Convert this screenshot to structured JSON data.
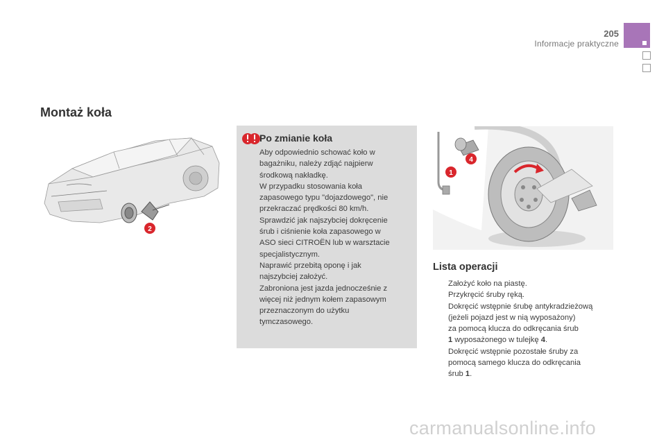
{
  "header": {
    "page_number": "205",
    "section_title": "Informacje praktyczne"
  },
  "main": {
    "heading": "Montaż koła"
  },
  "figures": {
    "car_callout": "2",
    "wheel_callout_1": "1",
    "wheel_callout_4": "4"
  },
  "warning": {
    "title": "Po zmianie koła",
    "paragraphs": [
      [
        "Aby odpowiednio schować koło w",
        "bagażniku, należy zdjąć najpierw",
        "środkową nakładkę."
      ],
      [
        "W przypadku stosowania koła",
        "zapasowego typu \"dojazdowego\", nie",
        "przekraczać prędkości 80 km/h."
      ],
      [
        "Sprawdzić jak najszybciej dokręcenie",
        "śrub i ciśnienie koła zapasowego w",
        "ASO sieci CITROËN lub w warsztacie",
        "specjalistycznym."
      ],
      [
        "Naprawić przebitą oponę i jak",
        "najszybciej założyć."
      ],
      [
        "Zabroniona jest jazda jednocześnie z",
        "więcej niż jednym kołem zapasowym",
        "przeznaczonym do użytku",
        "tymczasowego."
      ]
    ]
  },
  "operations": {
    "title": "Lista operacji",
    "bullet": "",
    "items": [
      {
        "line1": "Założyć koło na piastę."
      },
      {
        "line1": "Przykręcić śruby ręką."
      },
      {
        "line1": "Dokręcić wstępnie śrubę antykradzieżową",
        "line2": "(jeżeli pojazd jest w nią wyposażony)",
        "line3": "za pomocą klucza do odkręcania śrub",
        "line4a": "1",
        "line4b": " wyposażonego w tulejkę ",
        "line4c": "4",
        "line4d": "."
      },
      {
        "line1": "Dokręcić wstępnie pozostałe śruby za",
        "line2": "pomocą samego klucza do odkręcania",
        "line3a": "śrub ",
        "line3b": "1",
        "line3c": "."
      }
    ]
  },
  "footer": {
    "watermark": "carmanualsonline.info"
  },
  "colors": {
    "tab_accent": "#a875b8",
    "warning_bg": "#dcdcdc",
    "callout_red": "#d9262c"
  }
}
